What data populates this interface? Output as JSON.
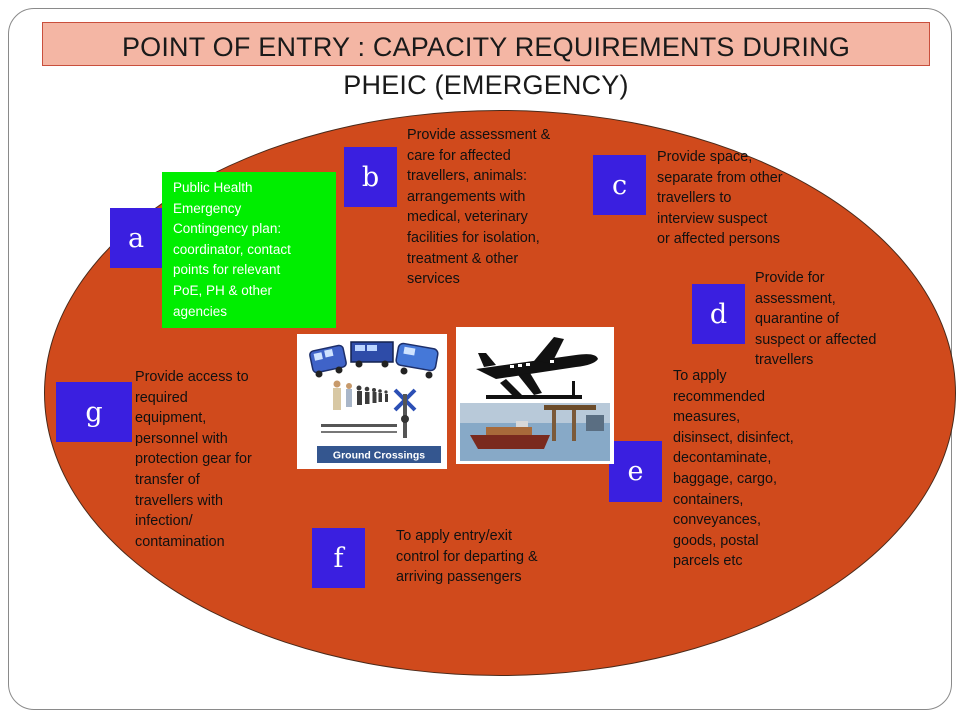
{
  "title": {
    "line1": "POINT OF ENTRY : CAPACITY REQUIREMENTS  DURING",
    "line2": "PHEIC (EMERGENCY)"
  },
  "items": {
    "a": {
      "letter": "a",
      "text": [
        "Public Health",
        "Emergency",
        "Contingency plan:",
        "coordinator,  contact",
        "points for relevant",
        "PoE, PH & other",
        "agencies"
      ]
    },
    "b": {
      "letter": "b",
      "text": [
        "Provide assessment &",
        "care for affected",
        "travellers, animals:",
        "arrangements with",
        "medical, veterinary",
        "facilities for isolation,",
        "treatment & other",
        "services"
      ]
    },
    "c": {
      "letter": "c",
      "text": [
        "Provide space,",
        "separate from other",
        "travellers to",
        "interview suspect",
        "or affected persons"
      ]
    },
    "d": {
      "letter": "d",
      "text": [
        "Provide for",
        "assessment,",
        "quarantine of",
        "suspect or affected",
        "travellers"
      ]
    },
    "e": {
      "letter": "e",
      "text": [
        "To apply",
        "recommended",
        "measures,",
        "disinsect, disinfect,",
        "decontaminate,",
        "baggage, cargo,",
        "containers,",
        "conveyances,",
        "goods, postal",
        "parcels etc"
      ]
    },
    "f": {
      "letter": "f",
      "text": [
        "To apply entry/exit",
        "control for departing &",
        "arriving passengers"
      ]
    },
    "g": {
      "letter": "g",
      "text": [
        "Provide access to",
        "required",
        "equipment,",
        "personnel with",
        "protection gear for",
        "transfer of",
        "travellers with",
        "infection/",
        "contamination"
      ]
    }
  },
  "images": {
    "ground_crossings_label": "Ground Crossings"
  },
  "colors": {
    "ellipse": "#d04a1c",
    "letter_box": "#3a1fe0",
    "green_box": "#00ee00",
    "title_box": "#f4b6a4"
  }
}
